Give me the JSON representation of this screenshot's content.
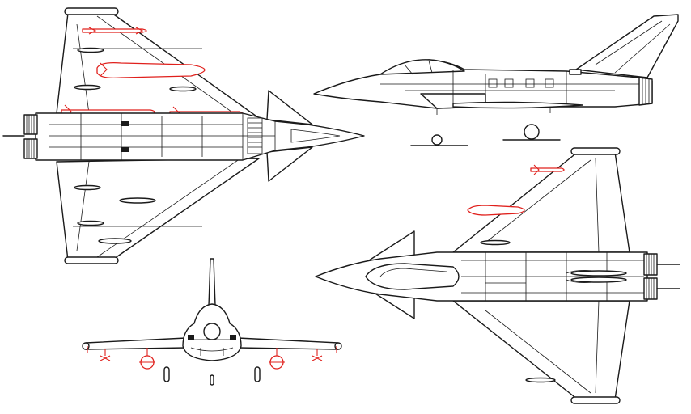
{
  "colors": {
    "line": "#1a1a1a",
    "ordnance": "#e0201c",
    "background": "#ffffff"
  },
  "views": [
    {
      "id": "top",
      "role": "planform-top"
    },
    {
      "id": "side",
      "role": "side-profile"
    },
    {
      "id": "front",
      "role": "front-view"
    },
    {
      "id": "bottom",
      "role": "planform-bottom"
    }
  ],
  "stores_highlighted": true
}
